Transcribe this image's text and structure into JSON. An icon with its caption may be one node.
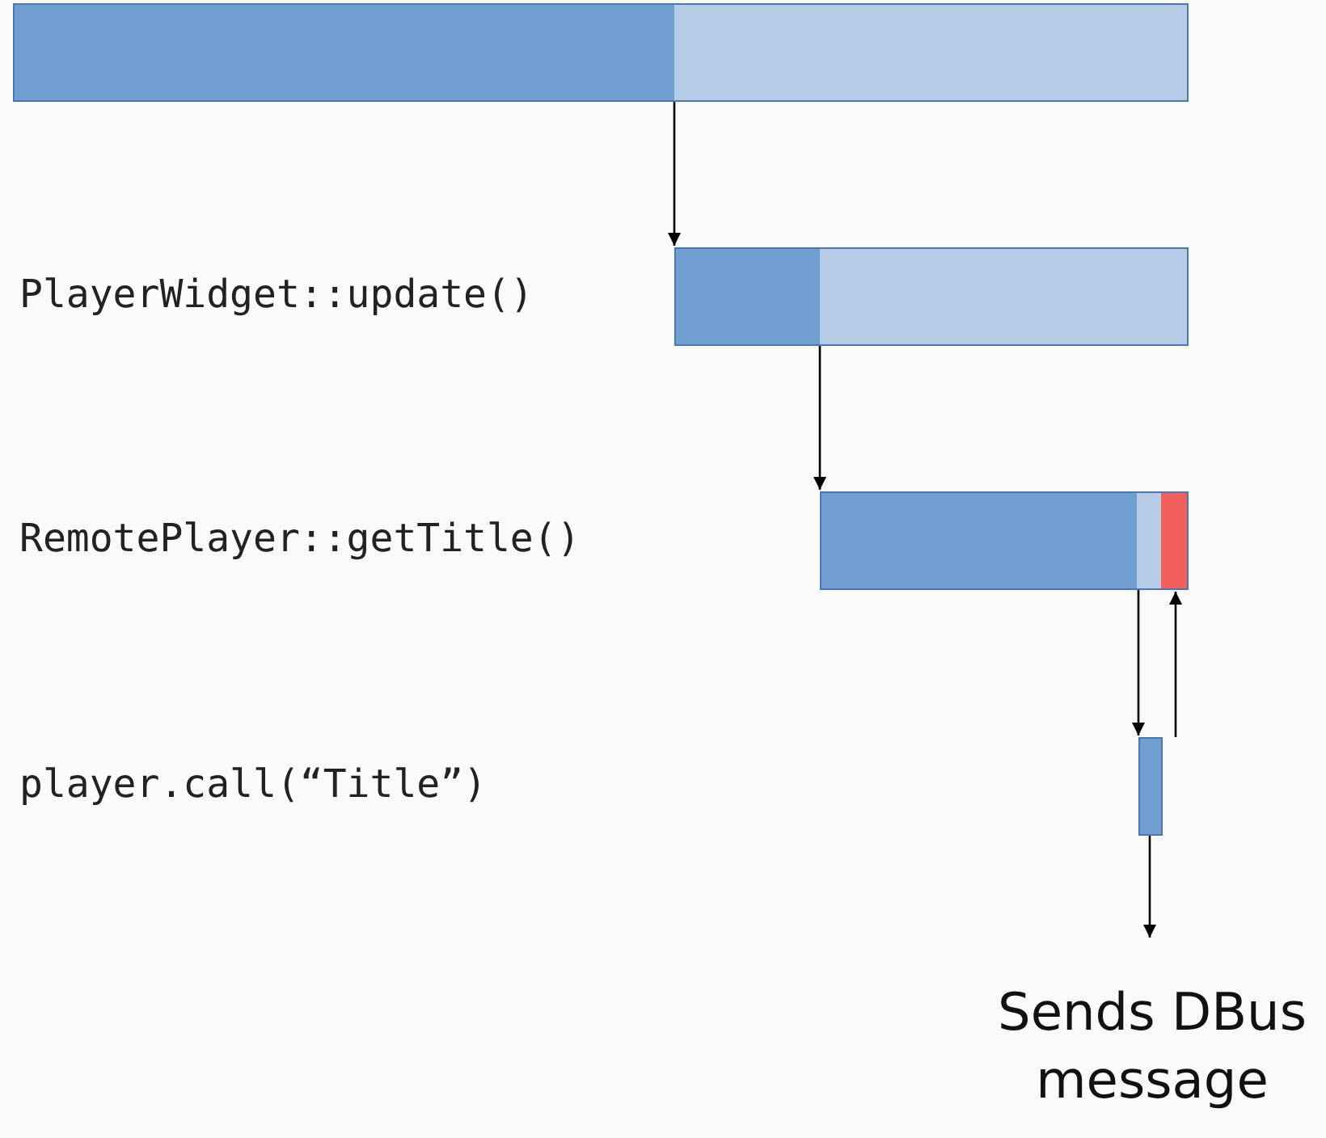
{
  "diagram": {
    "nodes": [
      {
        "text": [],
        "shape": "bar"
      },
      {
        "text": [],
        "shape": "bar"
      },
      {
        "text": [],
        "shape": "bar"
      },
      {
        "text": [],
        "shape": "bar"
      },
      {
        "text": [
          "Sends DBus message"
        ]
      }
    ],
    "edges": [
      {
        "from": 0,
        "to": 1,
        "arrow": "to"
      },
      {
        "from": 1,
        "to": 2,
        "arrow": "to"
      },
      {
        "from": 2,
        "to": 3,
        "arrow": "to"
      },
      {
        "from": 3,
        "to": 2,
        "arrow": "to"
      },
      {
        "from": 3,
        "to": 4,
        "arrow": "to"
      }
    ],
    "labels": [
      "PlayerWidget::update()",
      "RemotePlayer::getTitle()",
      "player.call(“Title”)"
    ]
  }
}
